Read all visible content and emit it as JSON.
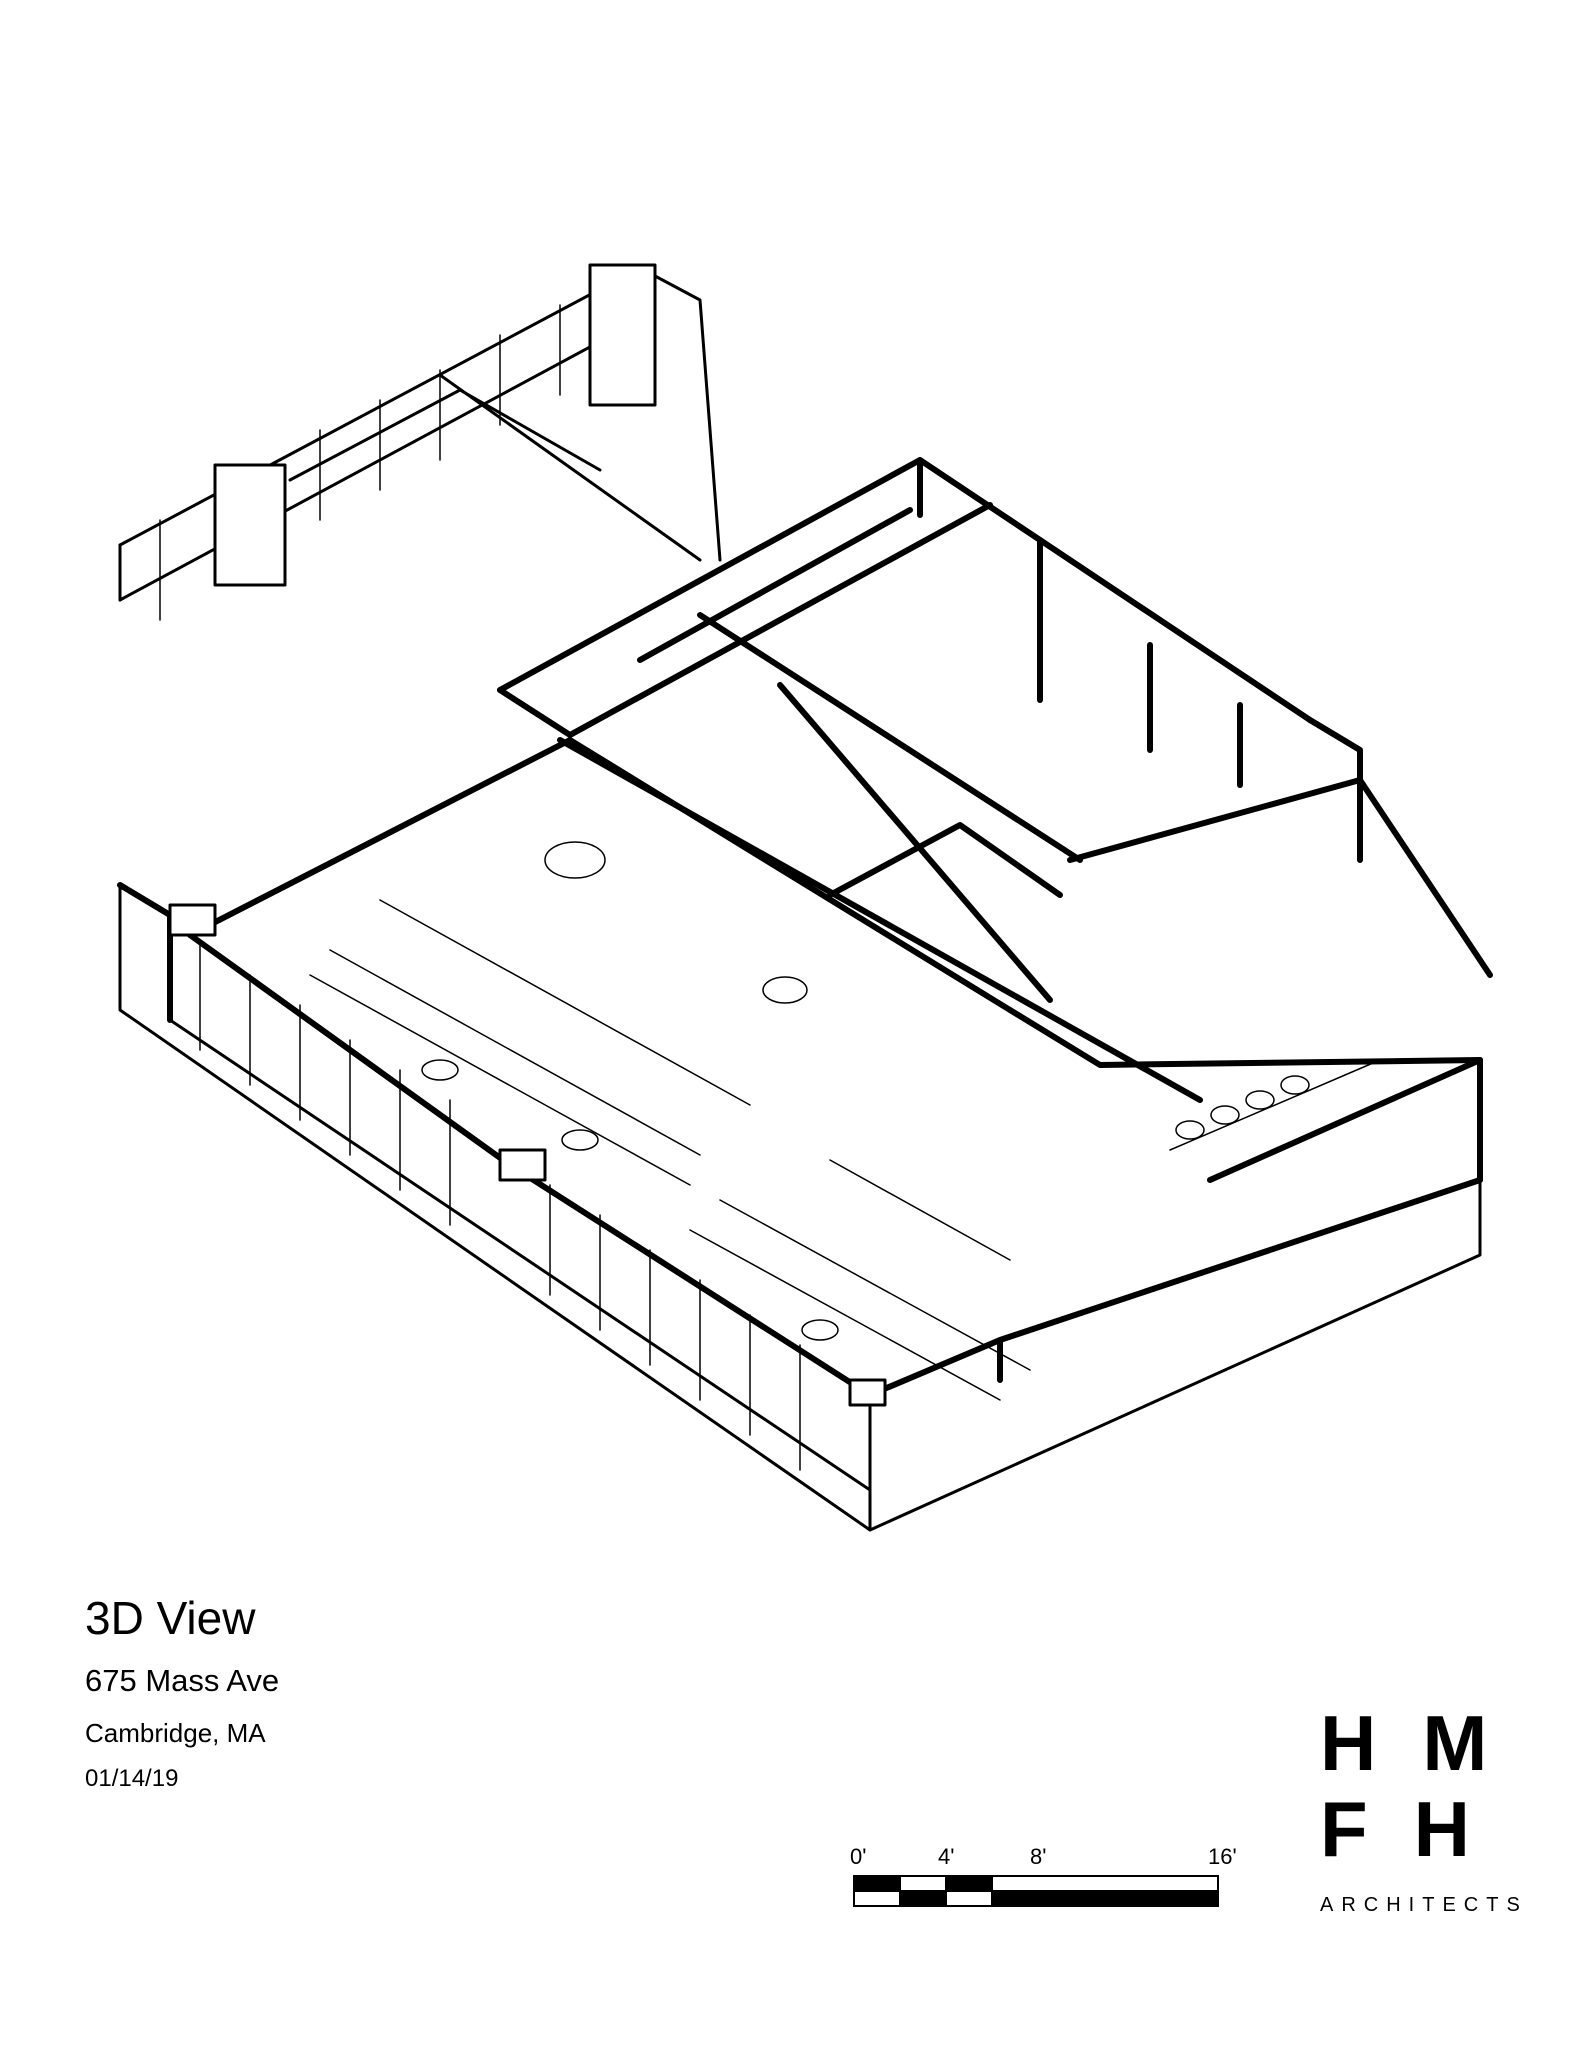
{
  "drawing": {
    "title": "3D View",
    "address": "675 Mass Ave",
    "city": "Cambridge, MA",
    "date": "01/14/19"
  },
  "scale_bar": {
    "labels": [
      "0'",
      "4'",
      "8'",
      "16'"
    ]
  },
  "logo": {
    "line1": "HM",
    "line2": "FH",
    "tagline": "ARCHITECTS"
  }
}
